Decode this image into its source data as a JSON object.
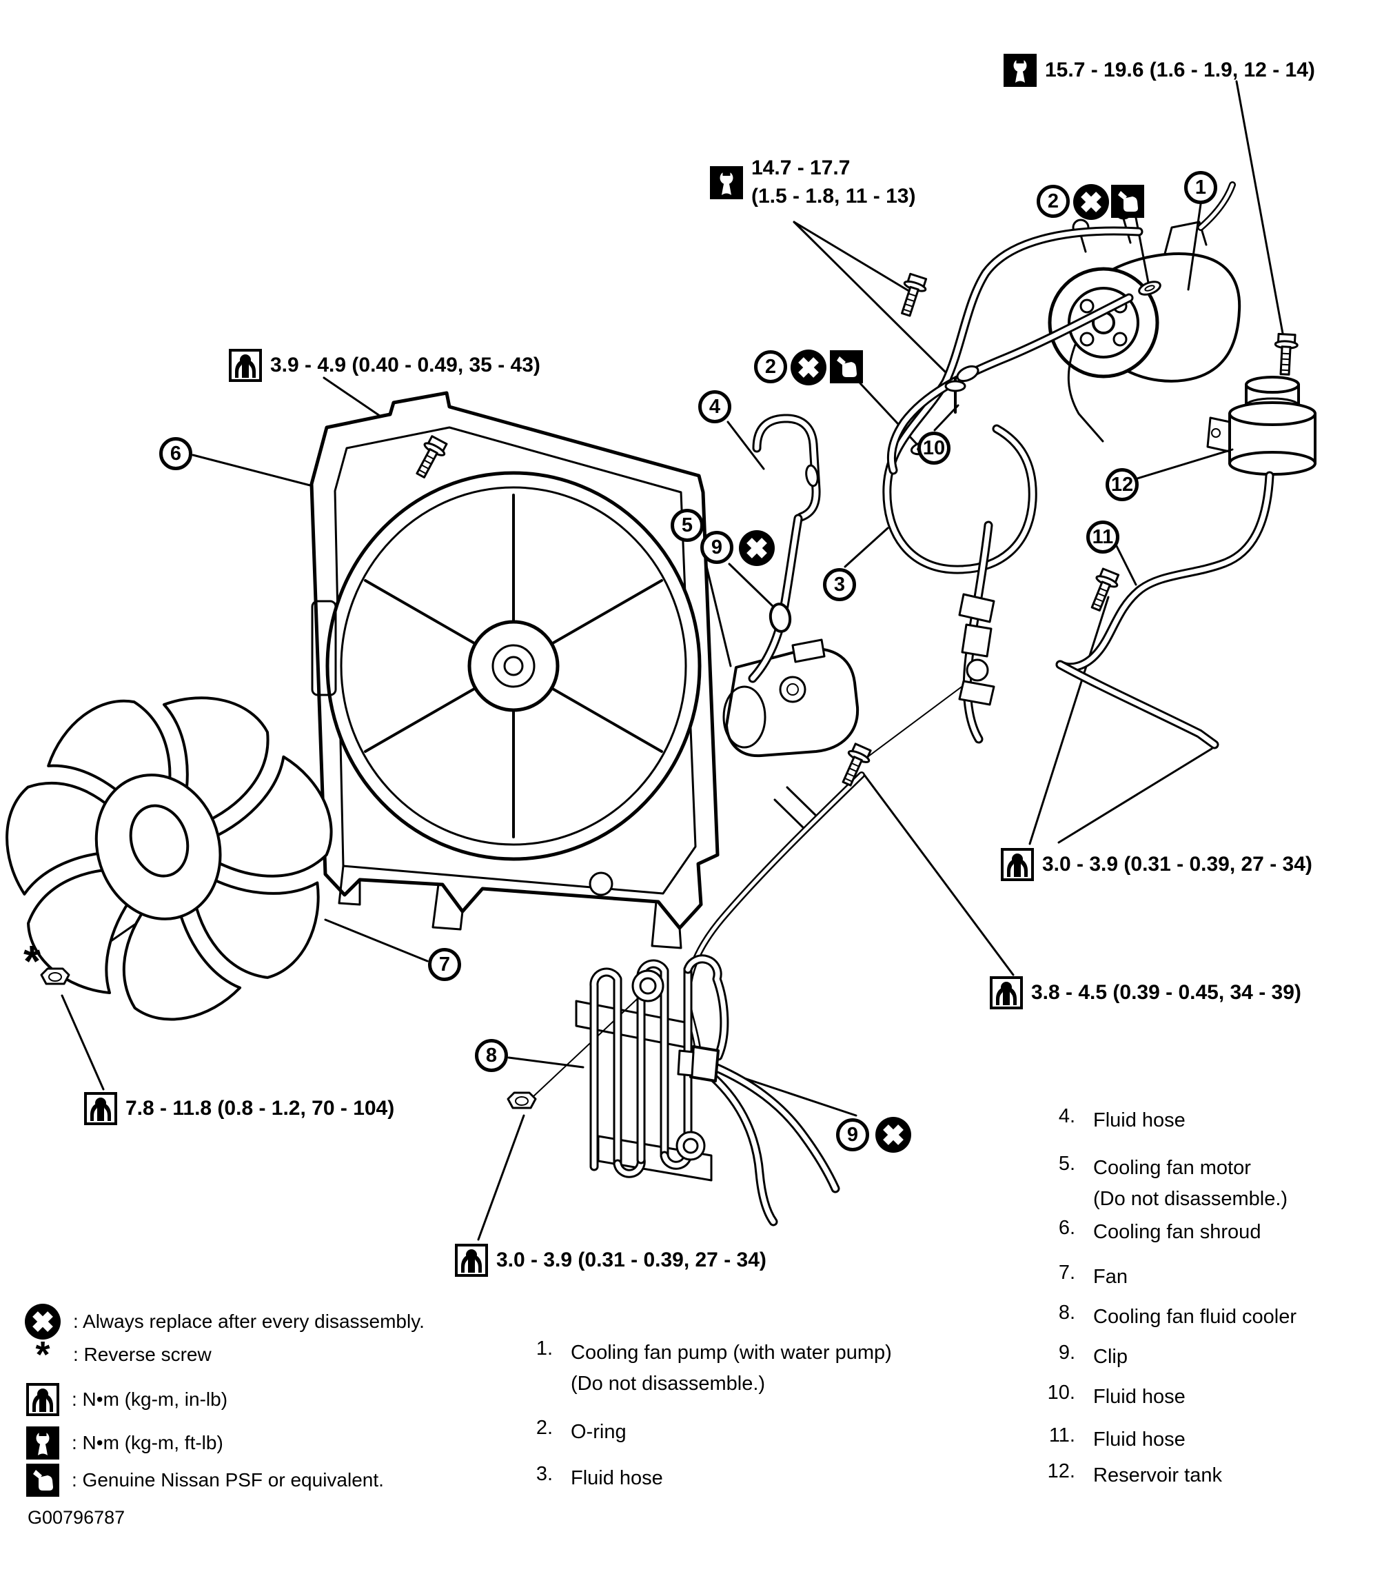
{
  "misc": {
    "asterisk": "*",
    "figure_code": "G00796787"
  },
  "torque_specs": [
    {
      "icon": "wrench-ftlb-icon",
      "text": "15.7 - 19.6 (1.6 - 1.9, 12 - 14)"
    },
    {
      "icon": "wrench-ftlb-icon",
      "line1": "14.7 - 17.7",
      "line2": "(1.5 - 1.8, 11 - 13)"
    },
    {
      "icon": "socket-inlb-icon",
      "text": "3.9 - 4.9 (0.40 - 0.49, 35 - 43)"
    },
    {
      "icon": "socket-inlb-icon",
      "text": "3.0 - 3.9 (0.31 - 0.39, 27 - 34)"
    },
    {
      "icon": "socket-inlb-icon",
      "text": "3.8 - 4.5 (0.39 - 0.45, 34 - 39)"
    },
    {
      "icon": "socket-inlb-icon",
      "text": "7.8 - 11.8 (0.8 - 1.2, 70 - 104)"
    },
    {
      "icon": "socket-inlb-icon",
      "text": "3.0 - 3.9 (0.31 - 0.39, 27 - 34)"
    }
  ],
  "callouts": [
    "1",
    "2",
    "2",
    "3",
    "4",
    "5",
    "6",
    "7",
    "8",
    "9",
    "9",
    "10",
    "11",
    "12"
  ],
  "legend": [
    {
      "icon": "replace-x-icon",
      "text": ": Always replace after every disassembly."
    },
    {
      "icon": "asterisk",
      "text": ": Reverse screw"
    },
    {
      "icon": "socket-inlb-icon",
      "text": ": N•m (kg-m, in-lb)"
    },
    {
      "icon": "wrench-ftlb-icon",
      "text": ": N•m (kg-m, ft-lb)"
    },
    {
      "icon": "psf-icon",
      "text": ": Genuine Nissan PSF or equivalent."
    }
  ],
  "parts": [
    {
      "num": "1.",
      "name": "Cooling fan pump (with water pump)",
      "note": "(Do not disassemble.)"
    },
    {
      "num": "2.",
      "name": "O-ring"
    },
    {
      "num": "3.",
      "name": "Fluid hose"
    },
    {
      "num": "4.",
      "name": "Fluid hose"
    },
    {
      "num": "5.",
      "name": "Cooling fan motor",
      "note": "(Do not disassemble.)"
    },
    {
      "num": "6.",
      "name": "Cooling fan shroud"
    },
    {
      "num": "7.",
      "name": "Fan"
    },
    {
      "num": "8.",
      "name": "Cooling fan fluid cooler"
    },
    {
      "num": "9.",
      "name": "Clip"
    },
    {
      "num": "10.",
      "name": "Fluid hose"
    },
    {
      "num": "11.",
      "name": "Fluid hose"
    },
    {
      "num": "12.",
      "name": "Reservoir tank"
    }
  ]
}
